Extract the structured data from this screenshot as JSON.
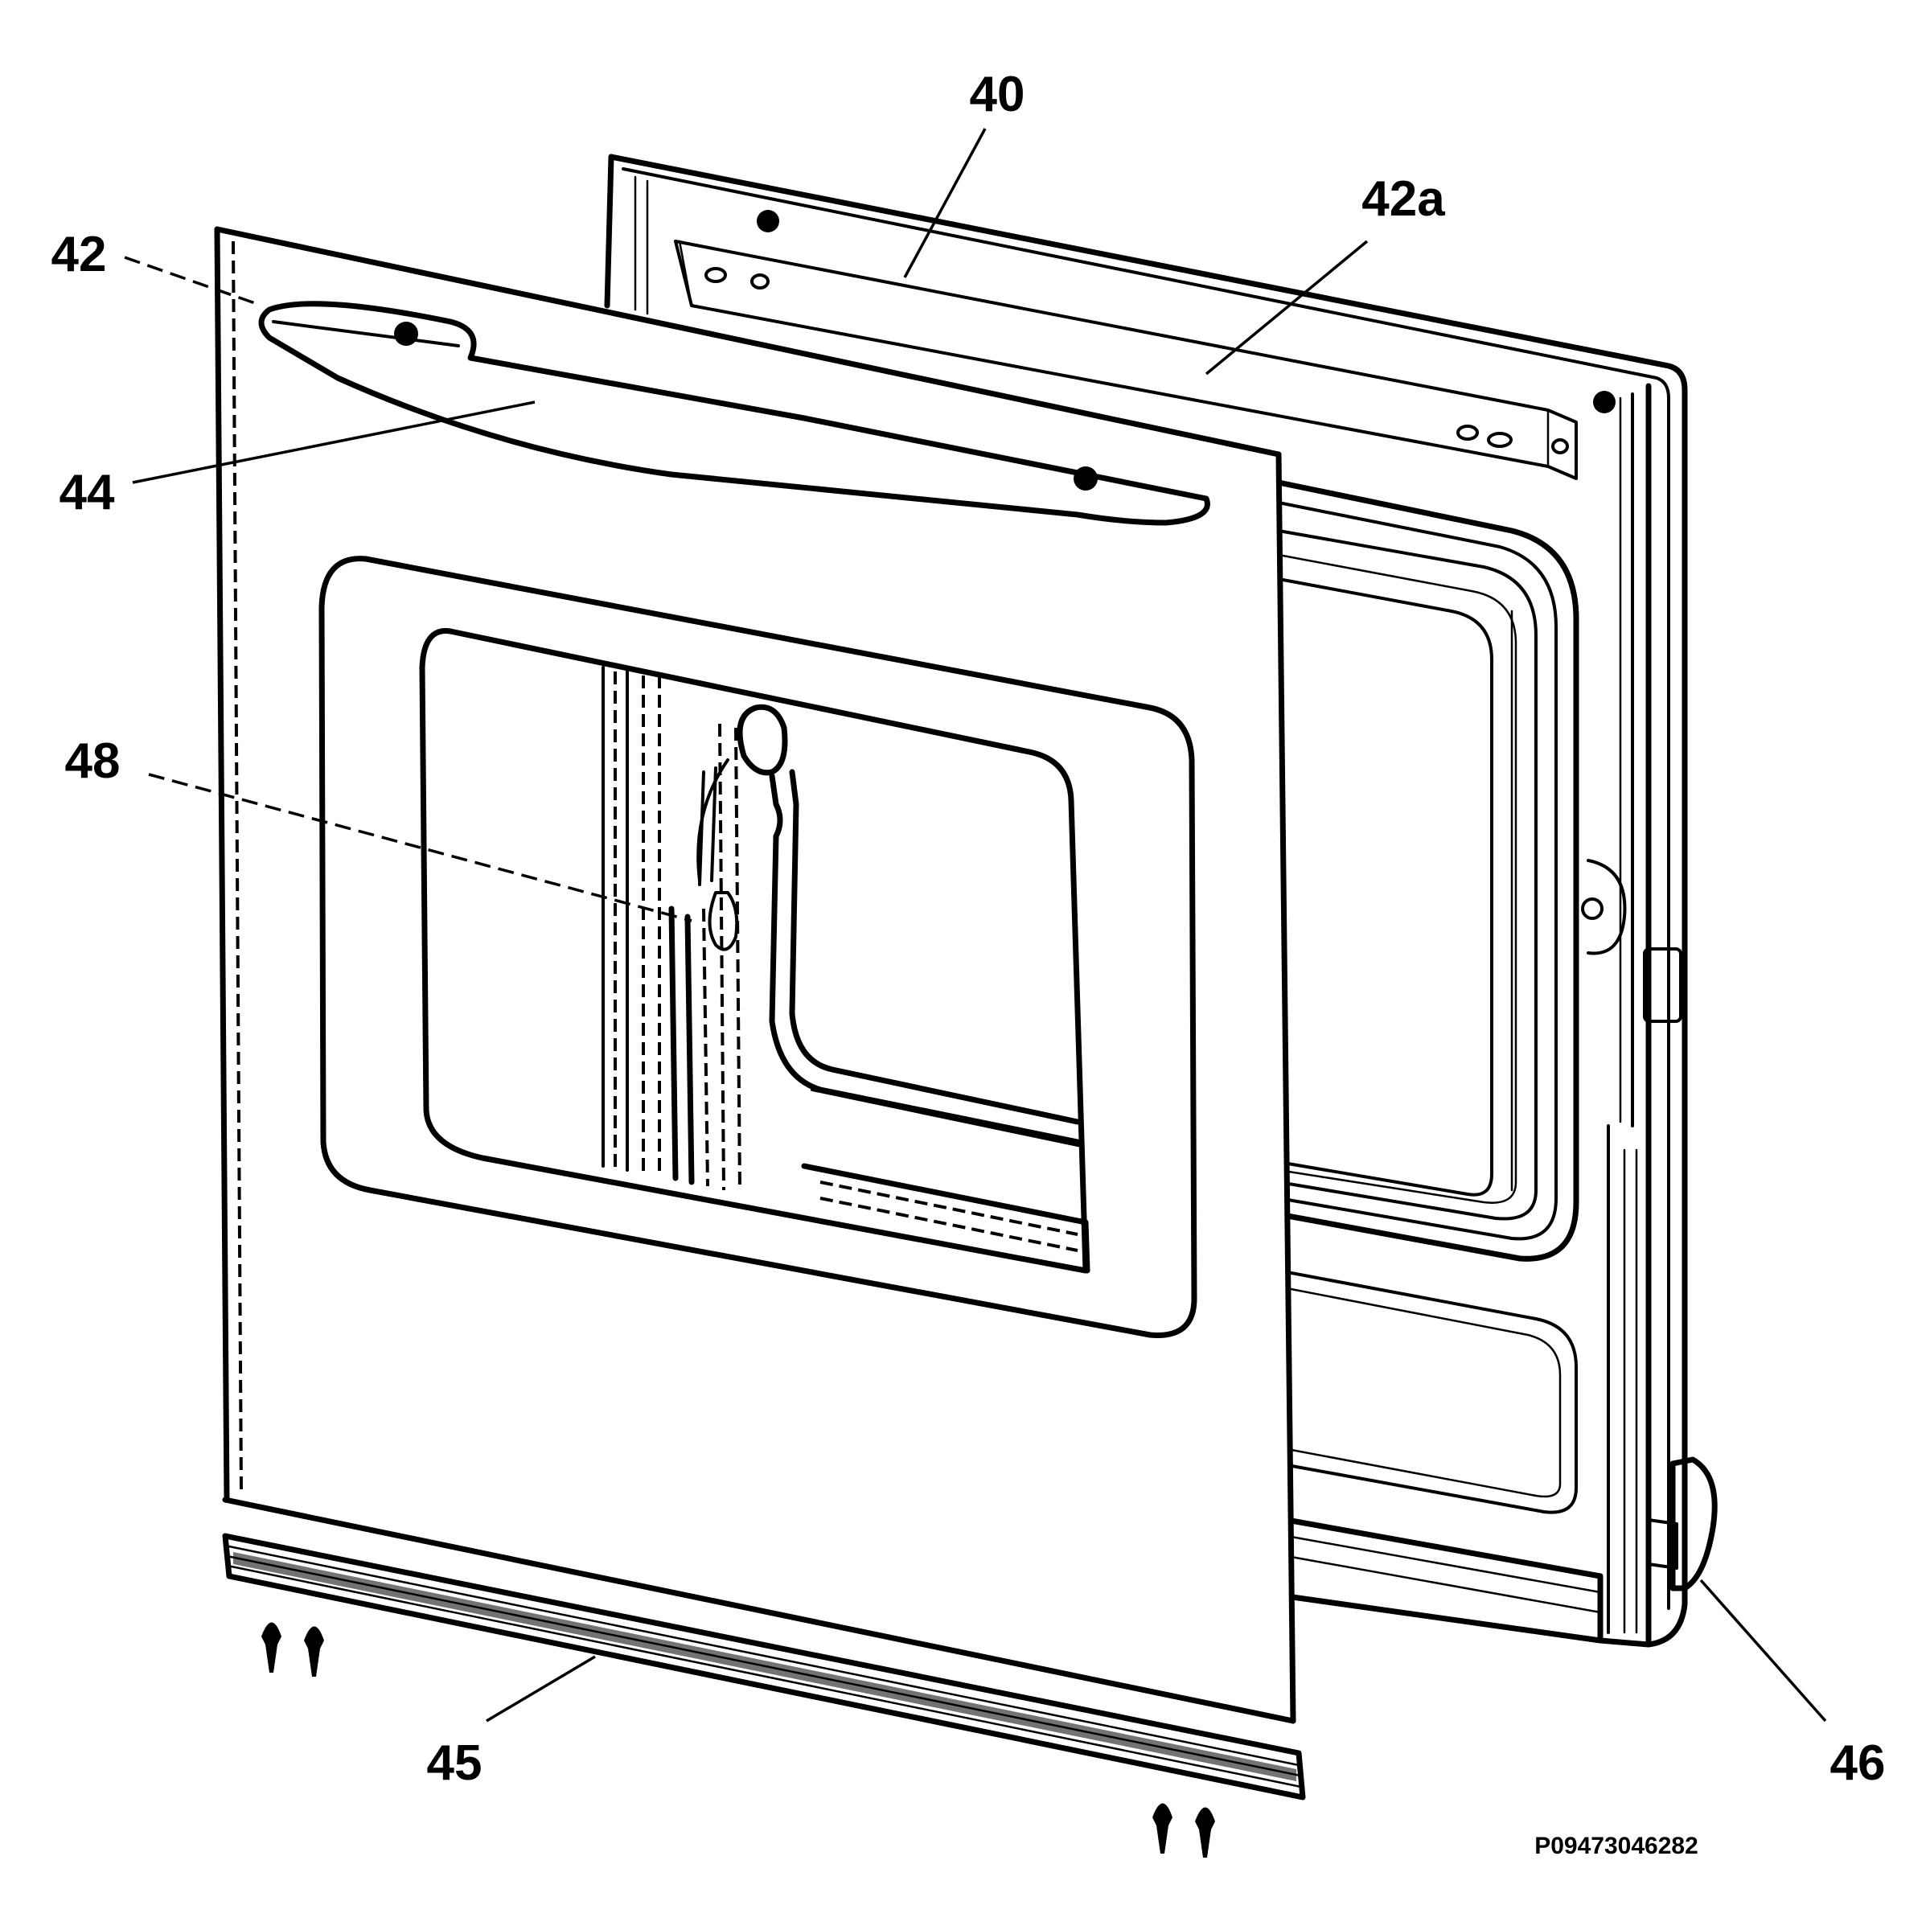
{
  "labels": {
    "l40": "40",
    "l42a": "42a",
    "l42": "42",
    "l44": "44",
    "l48": "48",
    "l45": "45",
    "l46": "46"
  },
  "drawing_code": "P09473046282"
}
